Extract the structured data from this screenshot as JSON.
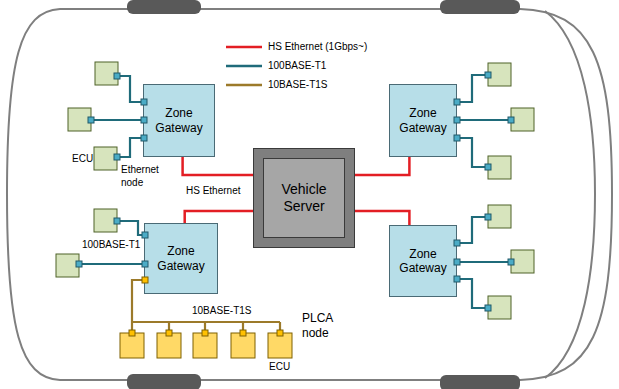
{
  "diagram": {
    "nodes": [
      {
        "text": [
          "Zone Gateway"
        ]
      },
      {
        "text": [
          "Zone Gateway"
        ]
      },
      {
        "text": [
          "Vehicle Server"
        ]
      },
      {
        "text": [
          "Zone Gateway"
        ]
      },
      {
        "text": [
          "Zone Gateway"
        ]
      }
    ],
    "edges": [
      {
        "from": 0,
        "to": 2,
        "arrow": "none"
      },
      {
        "from": 1,
        "to": 2,
        "arrow": "none"
      },
      {
        "from": 3,
        "to": 2,
        "arrow": "none"
      },
      {
        "from": 4,
        "to": 2,
        "arrow": "none"
      }
    ],
    "labels": [
      "ECU",
      "Ethernet node",
      "100BASE-T1",
      "HS Ethernet",
      "10BASE-T1S",
      "PLCA node",
      "ECU"
    ],
    "legend": [
      {
        "text": "HS Ethernet (1Gbps~)"
      },
      {
        "text": "100BASE-T1"
      },
      {
        "text": "10BASE-T1S"
      }
    ]
  }
}
